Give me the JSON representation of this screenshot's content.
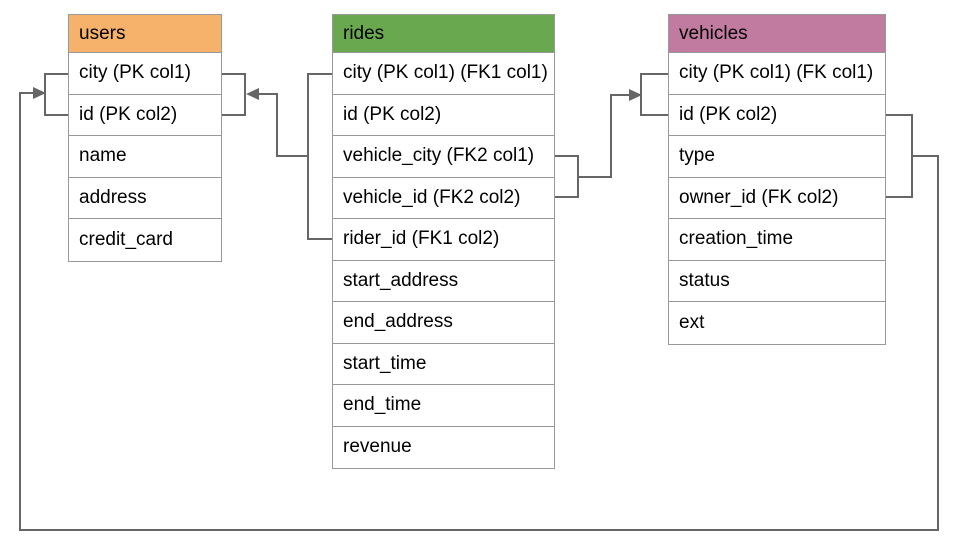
{
  "tables": [
    {
      "name": "users",
      "header_color": "#F6B26B",
      "columns": [
        "city (PK col1)",
        "id (PK col2)",
        "name",
        "address",
        "credit_card"
      ]
    },
    {
      "name": "rides",
      "header_color": "#6AA84F",
      "columns": [
        "city (PK col1) (FK1 col1)",
        "id (PK col2)",
        "vehicle_city (FK2 col1)",
        "vehicle_id (FK2 col2)",
        "rider_id (FK1 col2)",
        "start_address",
        "end_address",
        "start_time",
        "end_time",
        "revenue"
      ]
    },
    {
      "name": "vehicles",
      "header_color": "#C27BA0",
      "columns": [
        "city (PK col1) (FK col1)",
        "id (PK col2)",
        "type",
        "owner_id (FK col2)",
        "creation_time",
        "status",
        "ext"
      ]
    }
  ],
  "relationships": [
    {
      "name": "rides-to-users",
      "from_table": "rides",
      "from_columns": "city (FK1 col1), rider_id (FK1 col2)",
      "to_table": "users",
      "to_columns": "city (PK col1), id (PK col2)"
    },
    {
      "name": "rides-to-vehicles",
      "from_table": "rides",
      "from_columns": "vehicle_city (FK2 col1), vehicle_id (FK2 col2)",
      "to_table": "vehicles",
      "to_columns": "city (PK col1), id (PK col2)"
    },
    {
      "name": "vehicles-to-users",
      "from_table": "vehicles",
      "from_columns": "city (FK col1), owner_id (FK col2)",
      "to_table": "users",
      "to_columns": "city (PK col1), id (PK col2)"
    }
  ],
  "colors": {
    "users_header": "#F6B26B",
    "rides_header": "#6AA84F",
    "vehicles_header": "#C27BA0",
    "connector": "#666666",
    "cell_border": "#999999",
    "text": "#000000",
    "background": "#FFFFFF"
  }
}
